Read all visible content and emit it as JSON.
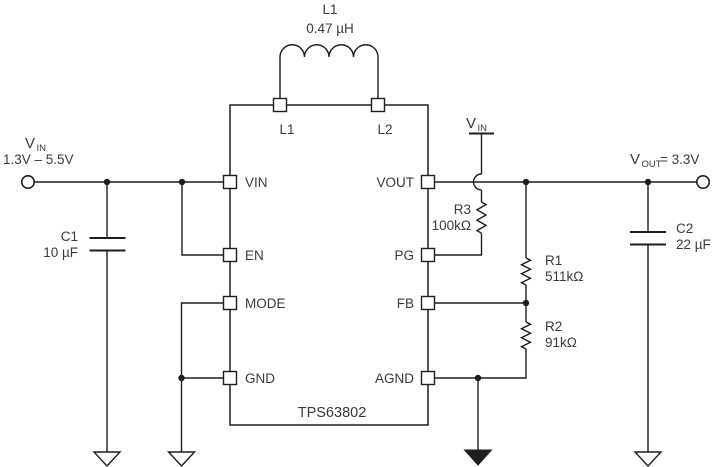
{
  "colors": {
    "ink": "#1e1e1e",
    "text": "#3a3a3a",
    "background": "#ffffff"
  },
  "nets": {
    "input": {
      "symbol": "V",
      "subscript": "IN",
      "range": "1.3V – 5.5V"
    },
    "output": {
      "symbol": "V",
      "subscript": "OUT",
      "value": "= 3.3V"
    },
    "pg_pullup": {
      "symbol": "V",
      "subscript": "IN"
    }
  },
  "components": {
    "l1": {
      "ref": "L1",
      "value": "0.47 µH"
    },
    "c1": {
      "ref": "C1",
      "value": "10 µF"
    },
    "c2": {
      "ref": "C2",
      "value": "22 µF"
    },
    "r3": {
      "ref": "R3",
      "value": "100kΩ"
    },
    "r1": {
      "ref": "R1",
      "value": "511kΩ"
    },
    "r2": {
      "ref": "R2",
      "value": "91kΩ"
    }
  },
  "ic": {
    "part": "TPS63802",
    "pins_top": [
      "L1",
      "L2"
    ],
    "pins_left": [
      "VIN",
      "EN",
      "MODE",
      "GND"
    ],
    "pins_right": [
      "VOUT",
      "PG",
      "FB",
      "AGND"
    ]
  }
}
